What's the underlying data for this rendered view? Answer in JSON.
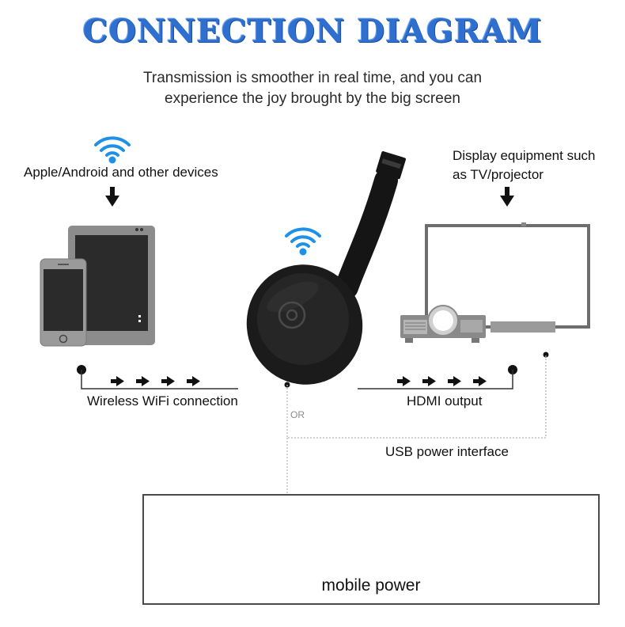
{
  "title": "CONNECTION DIAGRAM",
  "subtitle": {
    "line1": "Transmission is smoother in real time, and you can",
    "line2": "experience the joy brought by the big screen"
  },
  "labels": {
    "devices": "Apple/Android and other devices",
    "display_line1": "Display equipment such",
    "display_line2": "as TV/projector",
    "wifi_connection": "Wireless WiFi connection",
    "hdmi_output": "HDMI output",
    "usb_power": "USB power interface",
    "or": "OR",
    "mobile_power": "mobile power"
  },
  "colors": {
    "title_blue": "#2f6fd0",
    "wifi_blue": "#1e90e6",
    "device_gray": "#8c8c8c",
    "screen_dark": "#2b2b2b",
    "dongle_black": "#1b1b1b"
  },
  "icons": {
    "wifi": "wifi-icon",
    "arrow": "arrow-right-icon",
    "down_arrow": "arrow-down-icon"
  }
}
